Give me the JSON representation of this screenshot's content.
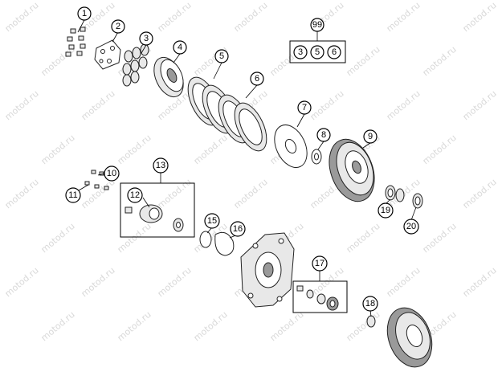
{
  "diagram": {
    "watermark_text": "motod.ru",
    "callouts": [
      {
        "id": "c1",
        "label": "1"
      },
      {
        "id": "c2",
        "label": "2"
      },
      {
        "id": "c3",
        "label": "3"
      },
      {
        "id": "c4",
        "label": "4"
      },
      {
        "id": "c5",
        "label": "5"
      },
      {
        "id": "c6",
        "label": "6"
      },
      {
        "id": "c7",
        "label": "7"
      },
      {
        "id": "c8",
        "label": "8"
      },
      {
        "id": "c9",
        "label": "9"
      },
      {
        "id": "c10",
        "label": "10"
      },
      {
        "id": "c11",
        "label": "11"
      },
      {
        "id": "c12",
        "label": "12"
      },
      {
        "id": "c13",
        "label": "13"
      },
      {
        "id": "c15",
        "label": "15"
      },
      {
        "id": "c16",
        "label": "16"
      },
      {
        "id": "c17",
        "label": "17"
      },
      {
        "id": "c18",
        "label": "18"
      },
      {
        "id": "c19",
        "label": "19"
      },
      {
        "id": "c20",
        "label": "20"
      },
      {
        "id": "c99",
        "label": "99"
      }
    ],
    "kit_99_contents": [
      "3",
      "5",
      "6"
    ]
  }
}
